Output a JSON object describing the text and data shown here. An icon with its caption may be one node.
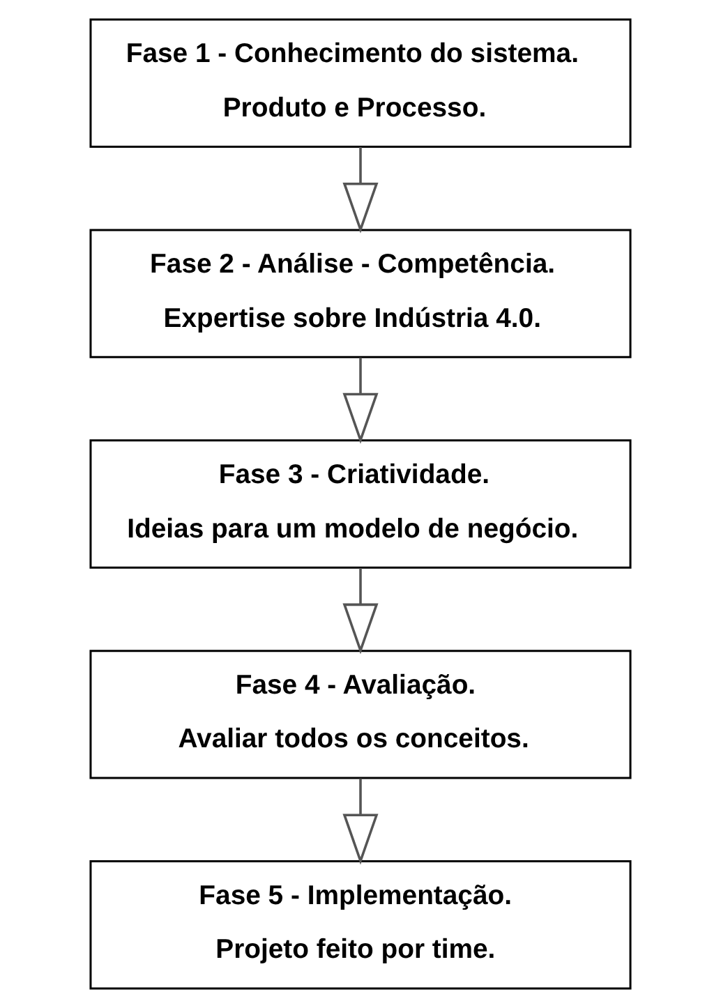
{
  "diagram": {
    "nodes": [
      {
        "text": [
          "Fase 1 - Conhecimento do sistema.",
          "Produto e Processo."
        ]
      },
      {
        "text": [
          "Fase 2 - Análise - Competência.",
          "Expertise sobre Indústria 4.0."
        ]
      },
      {
        "text": [
          "Fase 3 - Criatividade.",
          "Ideias para um modelo de negócio."
        ]
      },
      {
        "text": [
          "Fase 4 - Avaliação.",
          "Avaliar todos os conceitos."
        ]
      },
      {
        "text": [
          "Fase 5 - Implementação.",
          "Projeto feito por time."
        ]
      }
    ],
    "edges": [
      {
        "from": 0,
        "to": 1,
        "arrow": "to"
      },
      {
        "from": 1,
        "to": 2,
        "arrow": "to"
      },
      {
        "from": 2,
        "to": 3,
        "arrow": "to"
      },
      {
        "from": 3,
        "to": 4,
        "arrow": "to"
      }
    ]
  }
}
